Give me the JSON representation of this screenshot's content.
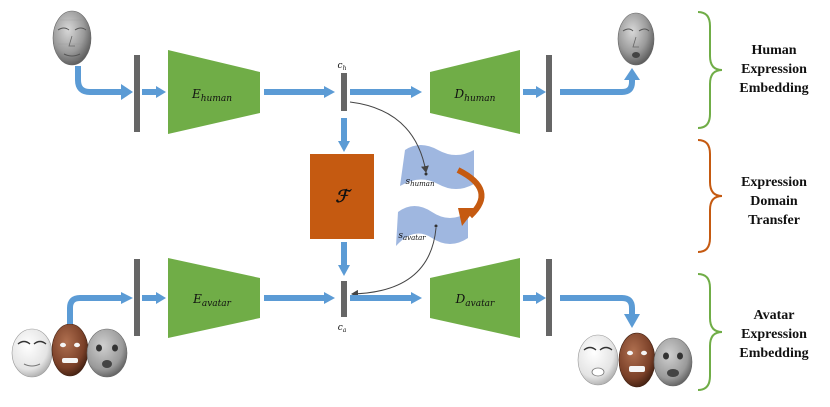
{
  "colors": {
    "arrow": "#5b9bd5",
    "encoder": "#70ad47",
    "bar": "#666666",
    "transfer_box": "#c55a11",
    "bracket_green": "#70ad47",
    "bracket_orange": "#c55a11",
    "wave": "#8eaadb",
    "curve": "#c55a11"
  },
  "icons": {
    "human_face_input": "human-head-mesh-icon",
    "human_face_output": "human-head-mesh-icon",
    "avatar_faces_input": "avatar-heads-icon",
    "avatar_faces_output": "avatar-heads-icon"
  },
  "blocks": {
    "e_human": {
      "base": "E",
      "sub": "human"
    },
    "d_human": {
      "base": "D",
      "sub": "human"
    },
    "e_avatar": {
      "base": "E",
      "sub": "avatar"
    },
    "d_avatar": {
      "base": "D",
      "sub": "avatar"
    },
    "transfer": "ℱ"
  },
  "codes": {
    "c_h": {
      "base": "c",
      "sub": "h"
    },
    "c_a": {
      "base": "c",
      "sub": "a"
    }
  },
  "spaces": {
    "s_human": {
      "base": "s",
      "sub": "human"
    },
    "s_avatar": {
      "base": "s",
      "sub": "avatar"
    }
  },
  "labels": {
    "human_embedding": [
      "Human",
      "Expression",
      "Embedding"
    ],
    "domain_transfer": [
      "Expression",
      "Domain",
      "Transfer"
    ],
    "avatar_embedding": [
      "Avatar",
      "Expression",
      "Embedding"
    ]
  }
}
